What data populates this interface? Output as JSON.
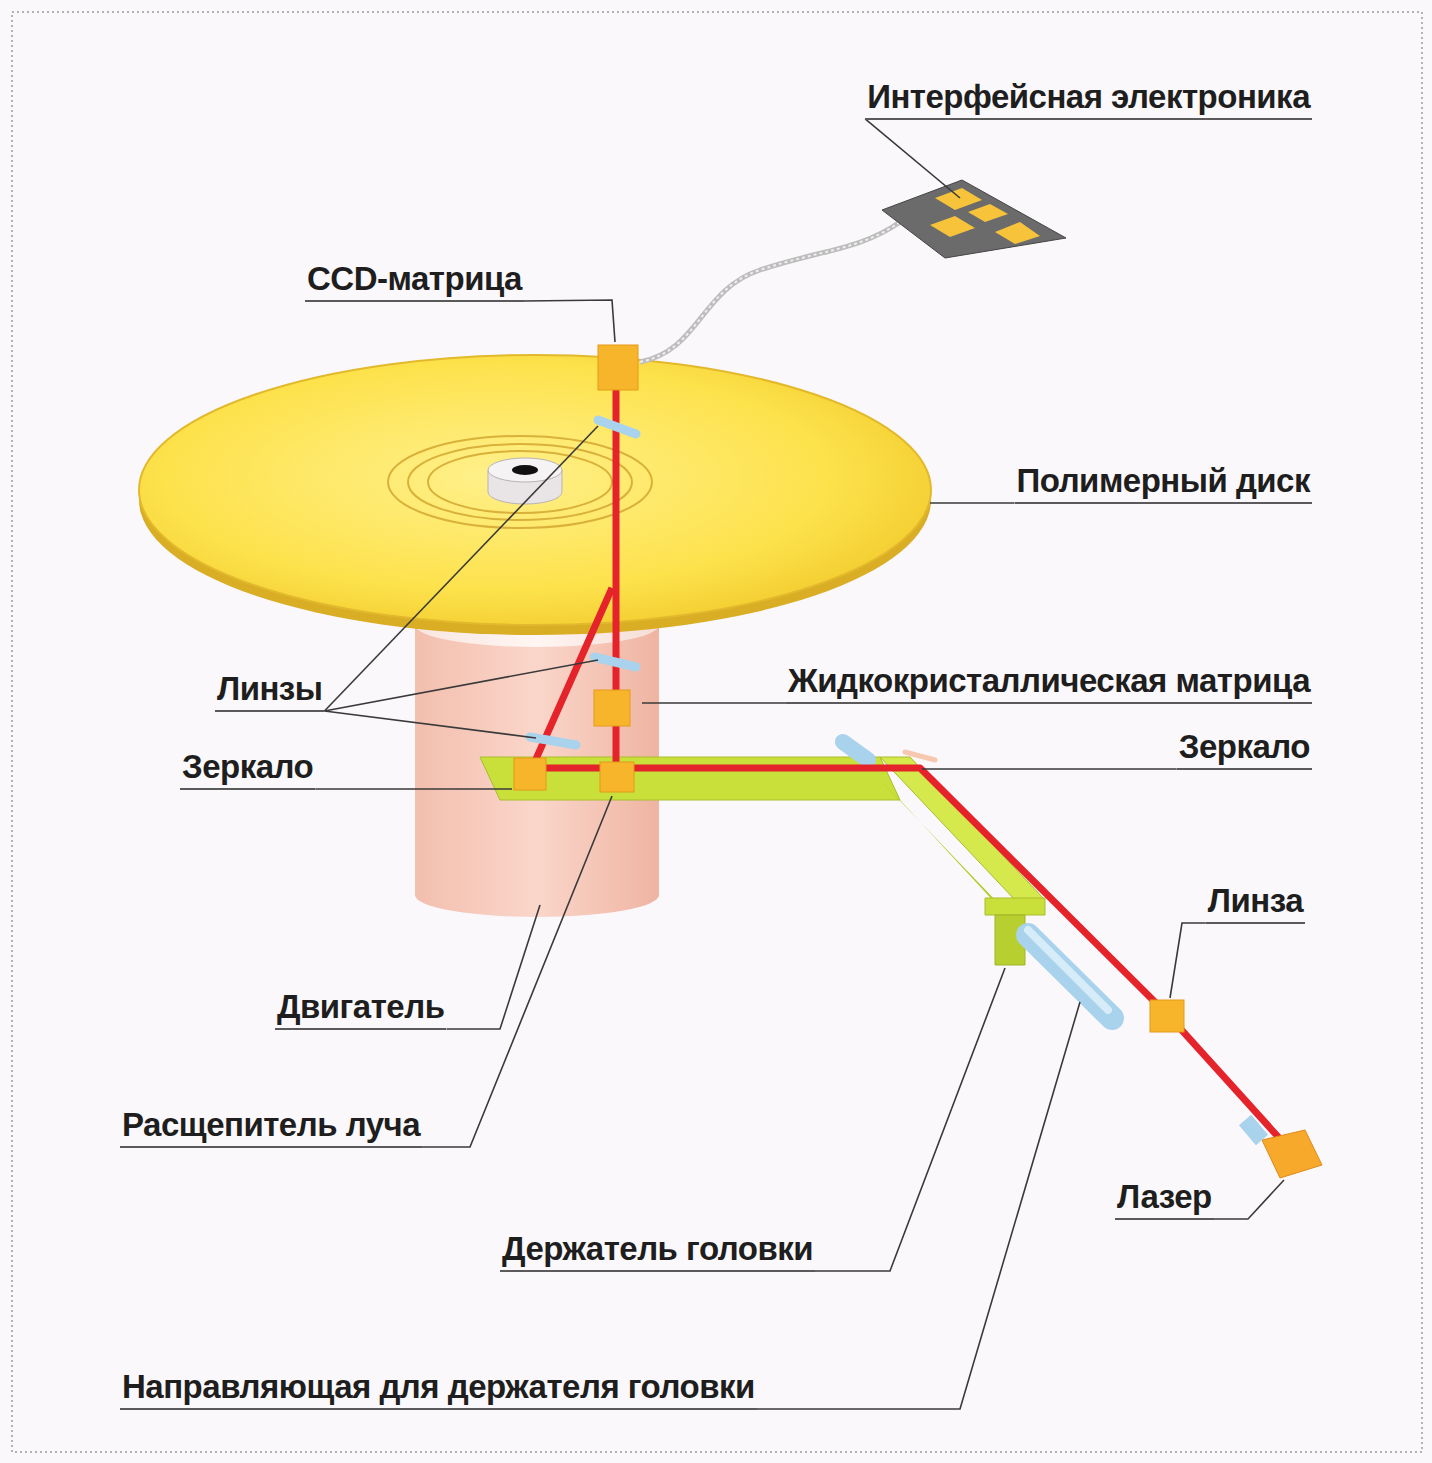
{
  "diagram": {
    "labels": [
      "Интерфейсная электроника",
      "CCD-матрица",
      "Полимерный диск",
      "Линзы",
      "Жидкокристаллическая матрица",
      "Зеркало",
      "Зеркало",
      "Линза",
      "Лазер",
      "Двигатель",
      "Расщепитель луча",
      "Держатель головки",
      "Направляющая для держателя головки"
    ]
  }
}
